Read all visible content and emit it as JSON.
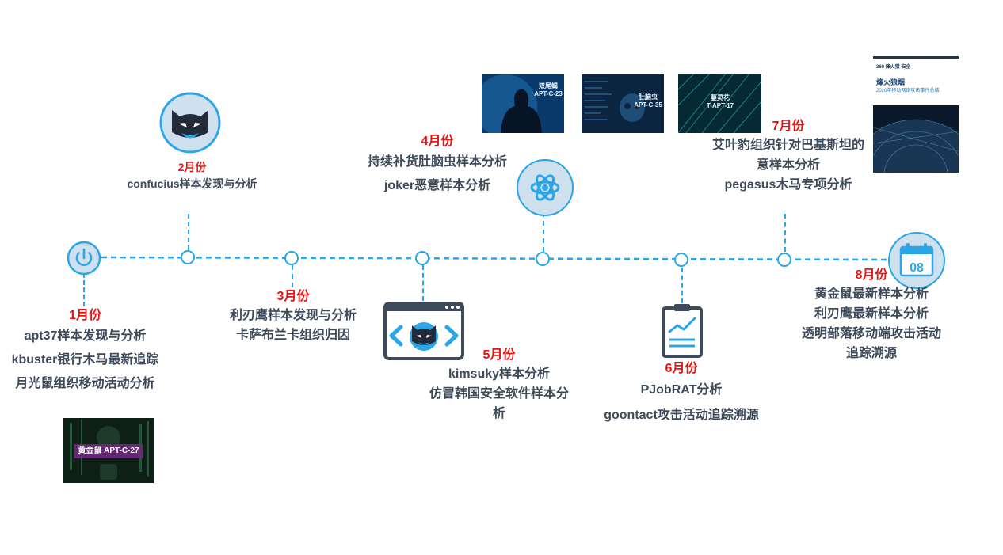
{
  "months": [
    {
      "id": "m1",
      "label": "1月份",
      "items": [
        "apt37样本发现与分析",
        "kbuster银行木马最新追踪",
        "月光鼠组织移动活动分析"
      ]
    },
    {
      "id": "m2",
      "label": "2月份",
      "items": [
        "confucius样本发现与分析"
      ]
    },
    {
      "id": "m3",
      "label": "3月份",
      "items": [
        "利刃鹰样本发现与分析",
        "卡萨布兰卡组织归因"
      ]
    },
    {
      "id": "m4",
      "label": "4月份",
      "items": [
        "持续补货肚脑虫样本分析",
        "joker恶意样本分析"
      ]
    },
    {
      "id": "m5",
      "label": "5月份",
      "items": [
        "kimsuky样本分析",
        "仿冒韩国安全软件样本分",
        "析"
      ]
    },
    {
      "id": "m6",
      "label": "6月份",
      "items": [
        "PJobRAT分析",
        "goontact攻击活动追踪溯源"
      ]
    },
    {
      "id": "m7",
      "label": "7月份",
      "items": [
        "艾叶豹组织针对巴基斯坦的",
        "意样本分析",
        "pegasus木马专项分析"
      ]
    },
    {
      "id": "m8",
      "label": "8月份",
      "items": [
        "黄金鼠最新样本分析",
        "利刃鹰最新样本分析",
        "透明部落移动端攻击活动",
        "追踪溯源"
      ]
    }
  ],
  "thumbnails": {
    "t1": "黄金鼠 APT-C-27",
    "t2": [
      "双尾蝎",
      "APT-C-23"
    ],
    "t3": [
      "肚脑虫",
      "APT-C-35"
    ],
    "t4": [
      "蔓灵花",
      "T-APT-17"
    ],
    "report": {
      "brand": "360 烽火猎 安全",
      "title": "烽火狼烟",
      "subtitle": "2020年移动网络攻击事件总结"
    }
  },
  "calendar_day": "08",
  "colors": {
    "accent": "#2aa6e6",
    "month": "#e81414",
    "text": "#3e4a5a",
    "icon_bg": "#cfe0ee"
  },
  "icons": [
    "power-icon",
    "cat-mascot-icon",
    "atom-icon",
    "code-window-icon",
    "clipboard-chart-icon",
    "calendar-icon"
  ]
}
